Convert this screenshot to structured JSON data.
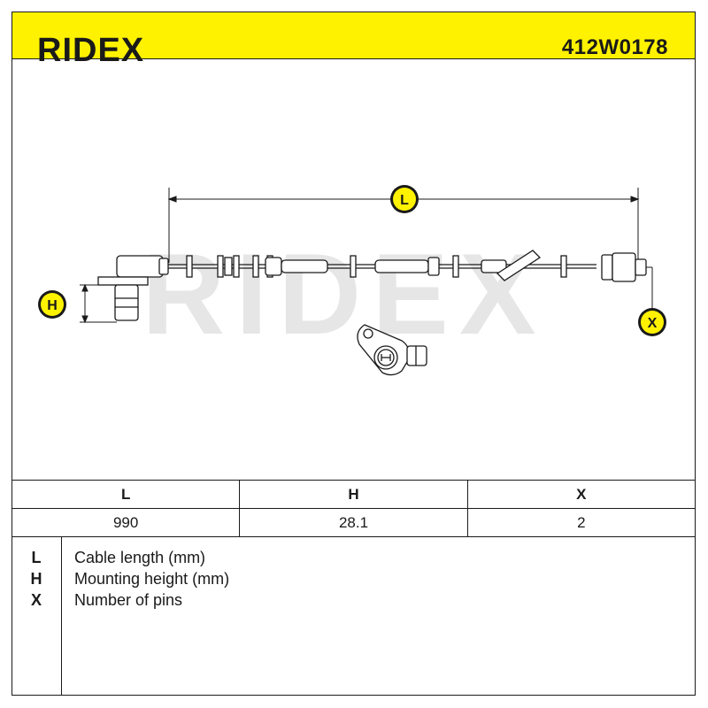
{
  "header": {
    "brand": "RIDEX",
    "part_number": "412W0178"
  },
  "drawing": {
    "watermark": "RIDEX",
    "dimension_labels": {
      "L": "L",
      "H": "H",
      "X": "X"
    }
  },
  "specs": {
    "columns": [
      "L",
      "H",
      "X"
    ],
    "values": [
      "990",
      "28.1",
      "2"
    ]
  },
  "legend": [
    {
      "key": "L",
      "description": "Cable length (mm)"
    },
    {
      "key": "H",
      "description": "Mounting height (mm)"
    },
    {
      "key": "X",
      "description": "Number of pins"
    }
  ],
  "colors": {
    "accent": "#fff200",
    "marker": "#1a1a1a",
    "watermark": "#e6e6e6"
  }
}
